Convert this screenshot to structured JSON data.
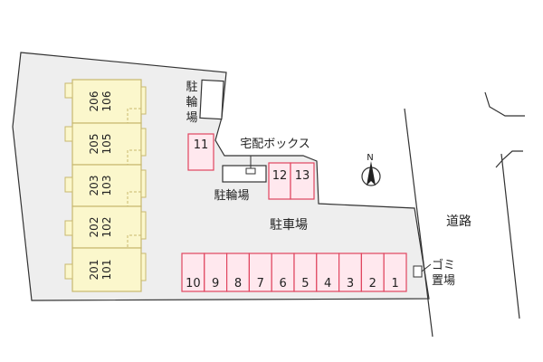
{
  "units": [
    {
      "upper": "206",
      "lower": "106"
    },
    {
      "upper": "205",
      "lower": "105"
    },
    {
      "upper": "203",
      "lower": "103"
    },
    {
      "upper": "202",
      "lower": "102"
    },
    {
      "upper": "201",
      "lower": "101"
    }
  ],
  "labels": {
    "bicycle_parking_top": [
      "駐",
      "輪",
      "場"
    ],
    "delivery_box": "宅配ボックス",
    "bicycle_parking_mid": "駐輪場",
    "parking_lot": "駐車場",
    "road": "道路",
    "garbage": [
      "ゴミ",
      "置場"
    ],
    "compass_north": "N"
  },
  "parking_spaces": {
    "row": [
      "10",
      "9",
      "8",
      "7",
      "6",
      "5",
      "4",
      "3",
      "2",
      "1"
    ],
    "pair": [
      "12",
      "13"
    ],
    "single": "11"
  },
  "colors": {
    "lot_fill": "#eeeeee",
    "building_fill": "#fbf7cc",
    "building_stroke": "#c8b86e",
    "parking_fill": "#ffe8ee",
    "parking_stroke": "#e0455f",
    "line": "#333333"
  }
}
